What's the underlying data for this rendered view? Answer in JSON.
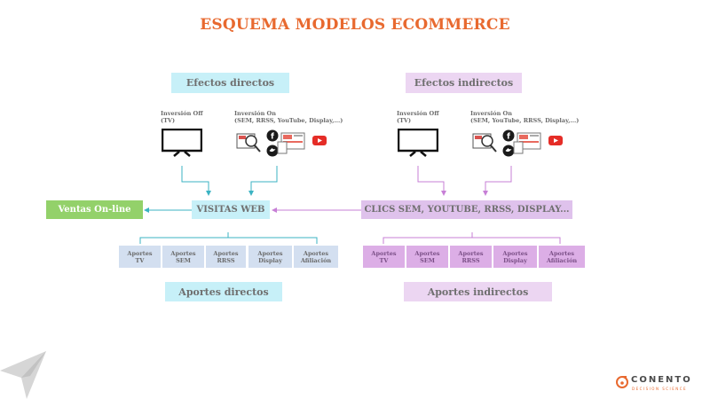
{
  "title": "ESQUEMA MODELOS ECOMMERCE",
  "direct": {
    "header": "Efectos directos",
    "off_label": "Inversión Off\n(TV)",
    "on_label": "Inversión On\n(SEM, RRSS, YouTube, Display,...)",
    "hub": "VISITAS WEB",
    "cells": [
      "Aportes\nTV",
      "Aportes\nSEM",
      "Aportes\nRRSS",
      "Aportes\nDisplay",
      "Aportes\nAfiliación"
    ],
    "footer": "Aportes directos"
  },
  "indirect": {
    "header": "Efectos indirectos",
    "off_label": "Inversión Off\n(TV)",
    "on_label": "Inversión On\n(SEM, YouTube, RRSS, Display,...)",
    "hub": "CLICS SEM, YOUTUBE, RRSS, DISPLAY...",
    "cells": [
      "Aportes\nTV",
      "Aportes\nSEM",
      "Aportes\nRRSS",
      "Aportes\nDisplay",
      "Aportes\nAfiliación"
    ],
    "footer": "Aportes indirectos"
  },
  "ventas": "Ventas On-line",
  "logo": {
    "name": "CONENTO",
    "tagline": "DECISION SCIENCE"
  },
  "colors": {
    "title": "#e8692f",
    "cyan_line": "#3bb3c3",
    "pink_line": "#c77fd6",
    "ventas": "#93d16a"
  }
}
